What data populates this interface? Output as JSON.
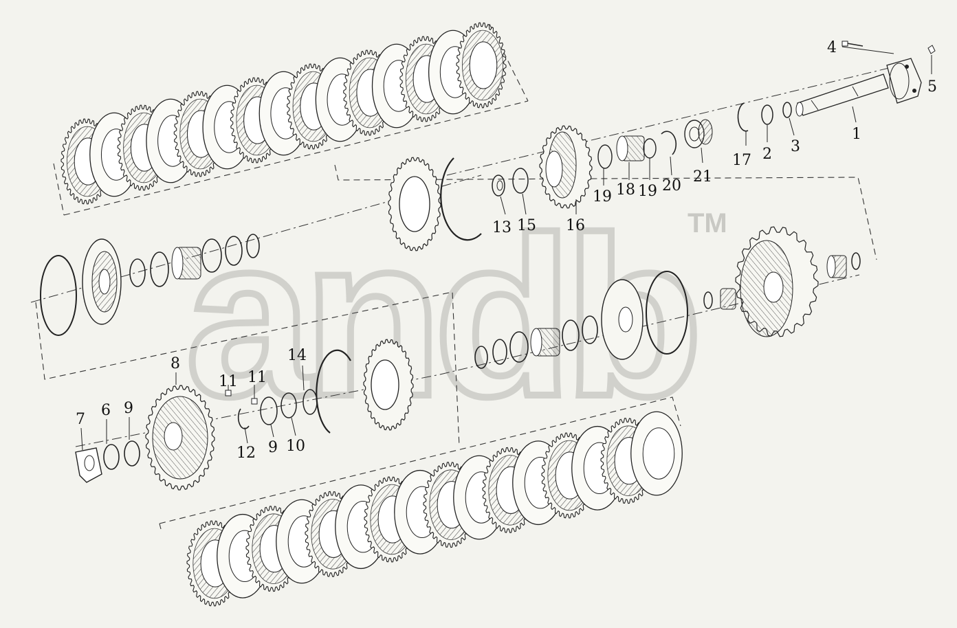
{
  "watermark": {
    "text": "andb",
    "trademark": "TM"
  },
  "callouts": [
    {
      "id": "c-1",
      "text": "1"
    },
    {
      "id": "c-2",
      "text": "2"
    },
    {
      "id": "c-3",
      "text": "3"
    },
    {
      "id": "c-4",
      "text": "4"
    },
    {
      "id": "c-5",
      "text": "5"
    },
    {
      "id": "c-17",
      "text": "17"
    },
    {
      "id": "c-21",
      "text": "21"
    },
    {
      "id": "c-20",
      "text": "20"
    },
    {
      "id": "c-19b",
      "text": "19"
    },
    {
      "id": "c-18",
      "text": "18"
    },
    {
      "id": "c-19a",
      "text": "19"
    },
    {
      "id": "c-16",
      "text": "16"
    },
    {
      "id": "c-15",
      "text": "15"
    },
    {
      "id": "c-13",
      "text": "13"
    },
    {
      "id": "c-14",
      "text": "14"
    },
    {
      "id": "c-11a",
      "text": "11"
    },
    {
      "id": "c-11b",
      "text": "11"
    },
    {
      "id": "c-8",
      "text": "8"
    },
    {
      "id": "c-9a",
      "text": "9"
    },
    {
      "id": "c-6",
      "text": "6"
    },
    {
      "id": "c-7",
      "text": "7"
    },
    {
      "id": "c-12",
      "text": "12"
    },
    {
      "id": "c-9b",
      "text": "9"
    },
    {
      "id": "c-10",
      "text": "10"
    }
  ]
}
